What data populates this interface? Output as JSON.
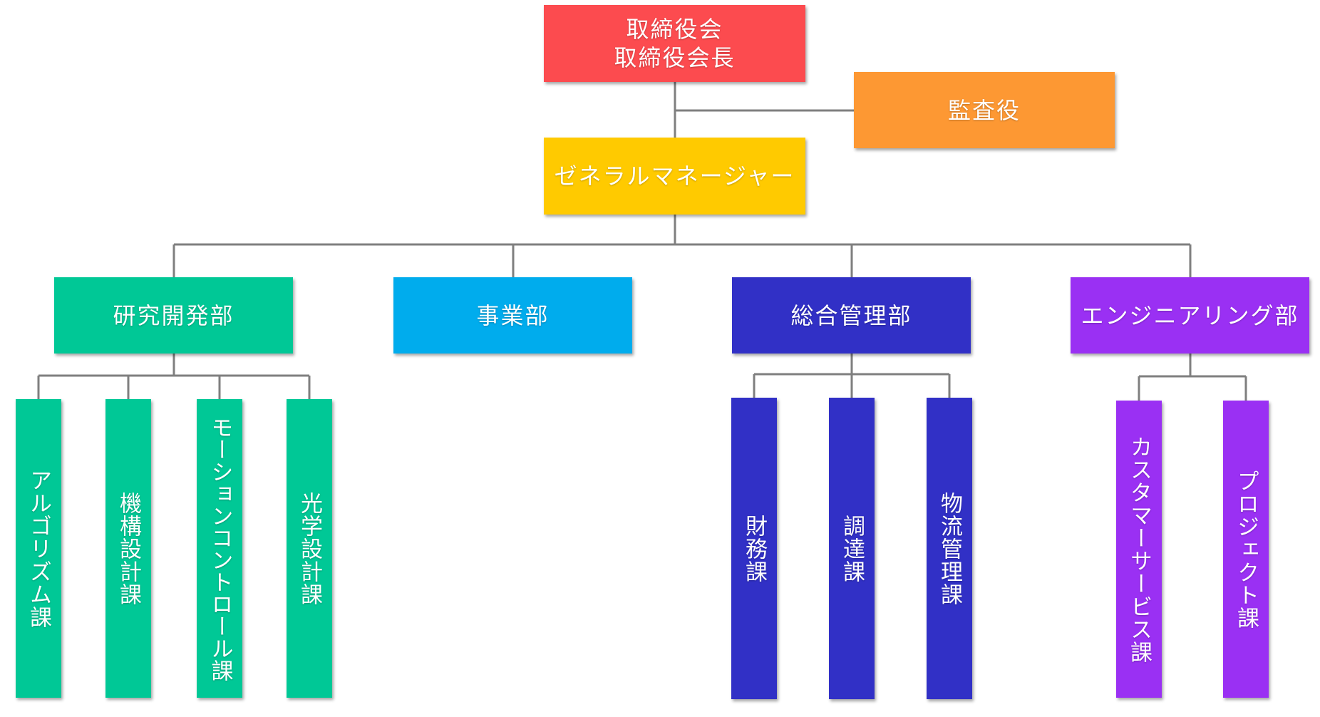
{
  "board": {
    "line1": "取締役会",
    "line2": "取締役会長",
    "color": "#fc4b4f"
  },
  "auditor": {
    "label": "監査役",
    "color": "#fd9833"
  },
  "gm": {
    "label": "ゼネラルマネージャー",
    "color": "#ffca00"
  },
  "departments": [
    {
      "label": "研究開発部",
      "color": "#00c896"
    },
    {
      "label": "事業部",
      "color": "#00aced"
    },
    {
      "label": "総合管理部",
      "color": "#3130c6"
    },
    {
      "label": "エンジニアリング部",
      "color": "#9a30f3"
    }
  ],
  "sections": {
    "research": [
      "アルゴリズム課",
      "機構設計課",
      "モーションコントロール課",
      "光学設計課"
    ],
    "admin": [
      "財務課",
      "調達課",
      "物流管理課"
    ],
    "engineering": [
      "カスタマーサービス課",
      "プロジェクト課"
    ]
  },
  "line_color": "#7f7f7f"
}
